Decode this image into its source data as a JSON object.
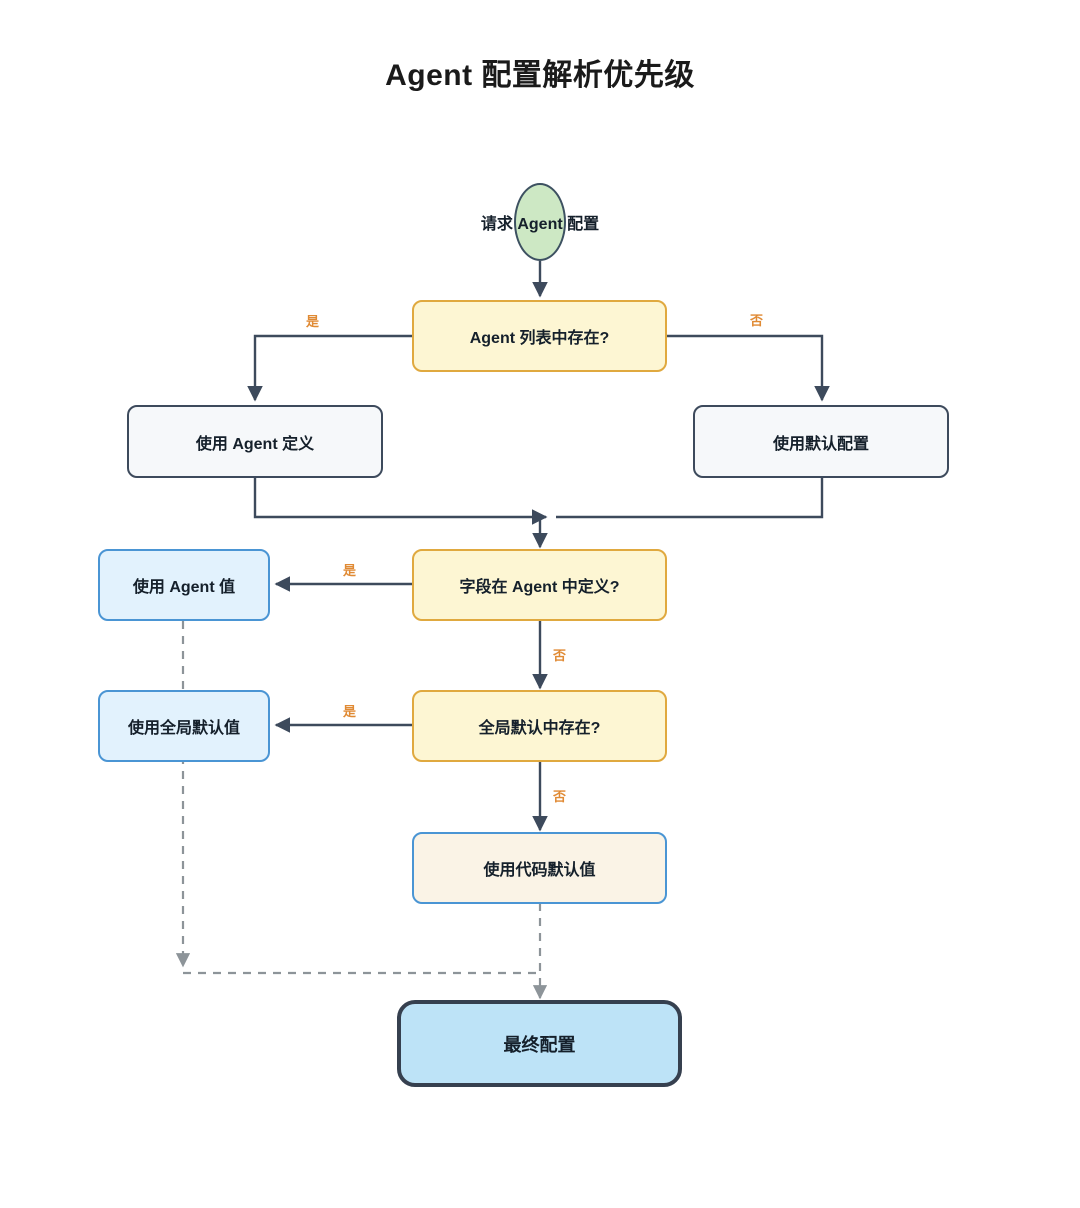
{
  "diagram": {
    "title": "Agent 配置解析优先级",
    "type": "flowchart",
    "direction": "top-down",
    "colors": {
      "start_fill": "#cde8c4",
      "start_stroke": "#3d5161",
      "decision_fill": "#fdf6d3",
      "decision_stroke": "#e0a93f",
      "process_fill": "#f6f8fa",
      "process_stroke": "#3d4a5c",
      "blue_fill": "#e2f2fd",
      "blue_stroke": "#4a95d4",
      "cream_fill": "#faf3e6",
      "terminal_fill": "#bde3f7",
      "terminal_stroke": "#36404f",
      "edge_solid": "#3d4a5c",
      "edge_dashed": "#8d9499",
      "edge_label": "#e08a34"
    },
    "nodes": [
      {
        "id": "start",
        "label": "请求 Agent 配置",
        "shape": "ellipse"
      },
      {
        "id": "d1",
        "label": "Agent 列表中存在?",
        "shape": "decision"
      },
      {
        "id": "use_agent",
        "label": "使用 Agent 定义",
        "shape": "process"
      },
      {
        "id": "use_default",
        "label": "使用默认配置",
        "shape": "process"
      },
      {
        "id": "d2",
        "label": "字段在 Agent 中定义?",
        "shape": "decision"
      },
      {
        "id": "agent_val",
        "label": "使用 Agent 值",
        "shape": "blue"
      },
      {
        "id": "d3",
        "label": "全局默认中存在?",
        "shape": "decision"
      },
      {
        "id": "global_val",
        "label": "使用全局默认值",
        "shape": "blue"
      },
      {
        "id": "code_val",
        "label": "使用代码默认值",
        "shape": "cream"
      },
      {
        "id": "final",
        "label": "最终配置",
        "shape": "terminal"
      }
    ],
    "edge_labels": [
      {
        "id": "d1-yes",
        "text": "是"
      },
      {
        "id": "d1-no",
        "text": "否"
      },
      {
        "id": "d2-yes",
        "text": "是"
      },
      {
        "id": "d2-no",
        "text": "否"
      },
      {
        "id": "d3-yes",
        "text": "是"
      },
      {
        "id": "d3-no",
        "text": "否"
      }
    ]
  }
}
